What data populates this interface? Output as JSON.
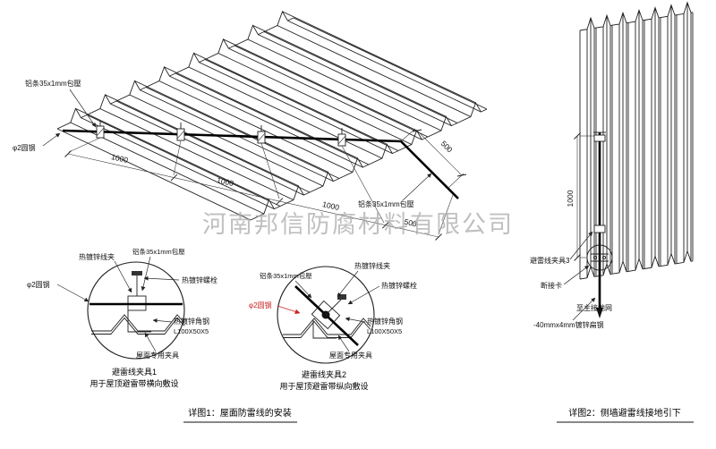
{
  "watermark": "河南邦信防腐材料有限公司",
  "roof": {
    "label_strip_top": "铝条35x1mm包壓",
    "label_rod": "φ2圆钢",
    "label_strip_bottom": "铝条35x1mm包壓",
    "dims": [
      "1000",
      "1000",
      "1000",
      "500"
    ],
    "dim_right": "500"
  },
  "clamp1": {
    "label_wire_clip": "热镀锌线夹",
    "label_strip": "铝条35x1mm包壓",
    "label_bolt": "热镀锌螺栓",
    "label_rod": "φ2圆钢",
    "label_angle": "热镀锌角钢",
    "label_angle_spec": "L100X50X5",
    "label_fixture": "屋面专用夹具",
    "title": "避雷线夹具1",
    "subtitle": "用于屋顶避雷带横向敷设"
  },
  "clamp2": {
    "label_strip": "铝条35x1mm包壓",
    "label_wire_clip": "热镀锌线夹",
    "label_bolt": "热镀锌螺栓",
    "label_rod": "φ2圆钢",
    "label_angle": "热镀锌角钢",
    "label_angle_spec": "L100X50X5",
    "label_fixture": "屋面专用夹具",
    "title": "避雷线夹具2",
    "subtitle": "用于屋顶避雷带纵向敷设"
  },
  "wall": {
    "dim": "1000",
    "label_clamp3": "避雷线夹具3",
    "label_disconnect": "断接卡",
    "label_ground": "至主接地网",
    "label_flat_steel": "-40mmx4mm镀锌扁钢"
  },
  "captions": {
    "detail1": "详图1：屋面防雷线的安装",
    "detail2": "详图2：侧墙避雷线接地引下"
  },
  "colors": {
    "line": "#1f1f1f",
    "red": "#cc2222",
    "watermark": "#a8a8a8"
  }
}
